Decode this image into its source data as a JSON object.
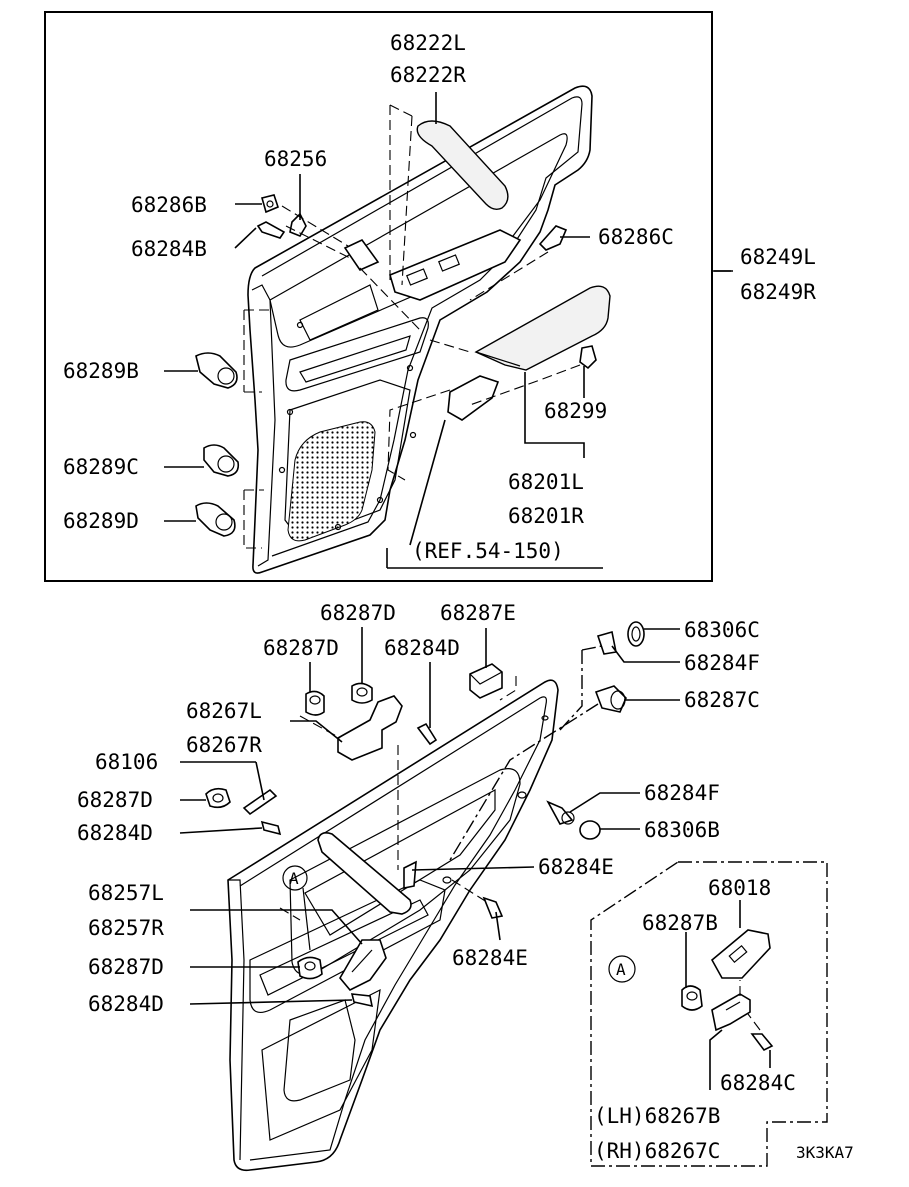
{
  "drawing_code": "3K3KA7",
  "upper_view": {
    "labels": {
      "p68222L": "68222L",
      "p68222R": "68222R",
      "p68256": "68256",
      "p68286B": "68286B",
      "p68284B": "68284B",
      "p68286C": "68286C",
      "p68249L": "68249L",
      "p68249R": "68249R",
      "p68289B": "68289B",
      "p68289C": "68289C",
      "p68289D": "68289D",
      "p68299": "68299",
      "p68201L": "68201L",
      "p68201R": "68201R",
      "ref": "(REF.54-150)"
    }
  },
  "lower_view": {
    "labels": {
      "p68287D_a": "68287D",
      "p68287E": "68287E",
      "p68287D_b": "68287D",
      "p68284D_a": "68284D",
      "p68306C": "68306C",
      "p68284F_a": "68284F",
      "p68287C": "68287C",
      "p68267L": "68267L",
      "p68267R": "68267R",
      "p68106": "68106",
      "p68287D_c": "68287D",
      "p68284D_b": "68284D",
      "p68284F_b": "68284F",
      "p68306B": "68306B",
      "p68284E_a": "68284E",
      "p68257L": "68257L",
      "p68257R": "68257R",
      "p68284E_b": "68284E",
      "p68287D_d": "68287D",
      "p68284D_c": "68284D",
      "callout_a": "A"
    }
  },
  "detail_a": {
    "labels": {
      "callout_a": "A",
      "p68018": "68018",
      "p68287B": "68287B",
      "p68284C": "68284C",
      "lh": "(LH)68267B",
      "rh": "(RH)68267C"
    }
  }
}
